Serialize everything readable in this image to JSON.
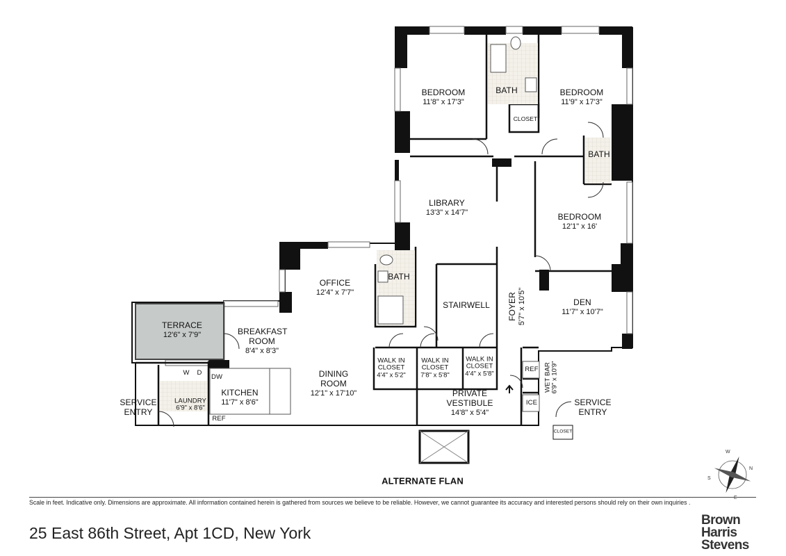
{
  "rooms": [
    {
      "id": "bedroom1",
      "name": "BEDROOM",
      "dims": "11'8\" x 17'3\""
    },
    {
      "id": "bath_top",
      "name": "BATH",
      "dims": ""
    },
    {
      "id": "closet_top",
      "name": "CLOSET",
      "dims": ""
    },
    {
      "id": "bedroom2",
      "name": "BEDROOM",
      "dims": "11'9\" x 17'3\""
    },
    {
      "id": "bath_right",
      "name": "BATH",
      "dims": ""
    },
    {
      "id": "library",
      "name": "LIBRARY",
      "dims": "13'3\" x 14'7\""
    },
    {
      "id": "bedroom3",
      "name": "BEDROOM",
      "dims": "12'1\" x 16'"
    },
    {
      "id": "office",
      "name": "OFFICE",
      "dims": "12'4\" x 7'7\""
    },
    {
      "id": "bath_mid",
      "name": "BATH",
      "dims": ""
    },
    {
      "id": "stairwell",
      "name": "STAIRWELL",
      "dims": ""
    },
    {
      "id": "foyer",
      "name": "FOYER",
      "dims": "5'7\" x 10'5\""
    },
    {
      "id": "den",
      "name": "DEN",
      "dims": "11'7\" x 10'7\""
    },
    {
      "id": "terrace",
      "name": "TERRACE",
      "dims": "12'6\" x 7'9\""
    },
    {
      "id": "breakfast",
      "name": "BREAKFAST ROOM",
      "dims": "8'4\" x 8'3\""
    },
    {
      "id": "dining",
      "name": "DINING ROOM",
      "dims": "12'1\" x 17'10\""
    },
    {
      "id": "wic1",
      "name": "WALK IN CLOSET",
      "dims": "4'4\" x 5'2\""
    },
    {
      "id": "wic2",
      "name": "WALK IN CLOSET",
      "dims": "7'8\" x 5'8\""
    },
    {
      "id": "wic3",
      "name": "WALK IN CLOSET",
      "dims": "4'4\" x 5'8\""
    },
    {
      "id": "kitchen",
      "name": "KITCHEN",
      "dims": "11'7\" x 8'6\""
    },
    {
      "id": "laundry",
      "name": "LAUNDRY",
      "dims": "6'9\" x 8'6\""
    },
    {
      "id": "vestibule",
      "name": "PRIVATE VESTIBULE",
      "dims": "14'8\" x 5'4\""
    },
    {
      "id": "wetbar",
      "name": "WET BAR",
      "dims": "6'9\" x 10'9\""
    }
  ],
  "fixtures": {
    "wd_w": "W",
    "wd_d": "D",
    "dw": "DW",
    "ref_kitchen": "REF",
    "ref_bar": "REF",
    "ice": "ICE",
    "closet_small": "CLOSET"
  },
  "entries": {
    "left": "SERVICE ENTRY",
    "right": "SERVICE ENTRY"
  },
  "plan_title": "ALTERNATE FLAN",
  "disclaimer": "Scale in feet. Indicative only. Dimensions are approximate. All information contained herein is gathered from sources we believe to be reliable. However, we cannot guarantee its accuracy and interested persons should rely on their own inquiries .",
  "address": "25 East 86th Street, Apt 1CD, New York",
  "brand": {
    "line1": "Brown",
    "line2": "Harris",
    "line3": "Stevens"
  },
  "compass": {
    "n": "N",
    "s": "S",
    "e": "E",
    "w": "W"
  },
  "colors": {
    "wall": "#111111",
    "terrace": "#c6cac9",
    "bath_floor": "#f2efe9",
    "window": "#7a7a7a"
  }
}
